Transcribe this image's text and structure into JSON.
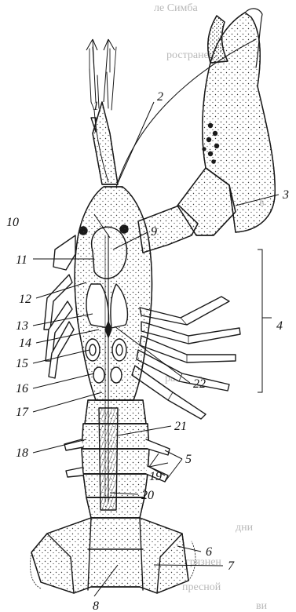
{
  "figure": {
    "labels": [
      "1",
      "2",
      "3",
      "4",
      "5",
      "6",
      "7",
      "8",
      "9",
      "10",
      "11",
      "12",
      "13",
      "14",
      "15",
      "16",
      "17",
      "18",
      "19",
      "20",
      "21",
      "22"
    ],
    "background_text": [
      "ле Симба",
      "ространен",
      "в",
      "распрос",
      "грязнен",
      "пресной",
      "дни",
      "ви"
    ]
  }
}
